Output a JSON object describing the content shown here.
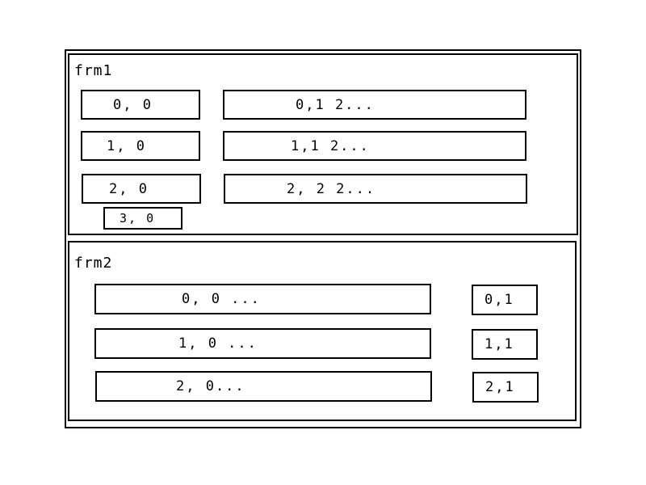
{
  "frm1": {
    "title": "frm1",
    "cells": [
      "0, 0",
      "0,1   2...",
      "1, 0",
      "1,1   2...",
      "2, 0",
      "2, 2   2...",
      "3, 0"
    ]
  },
  "frm2": {
    "title": "frm2",
    "cells": [
      "0, 0   ...",
      "0,1",
      "1, 0 ...",
      "1,1",
      "2, 0...",
      "2,1"
    ]
  }
}
